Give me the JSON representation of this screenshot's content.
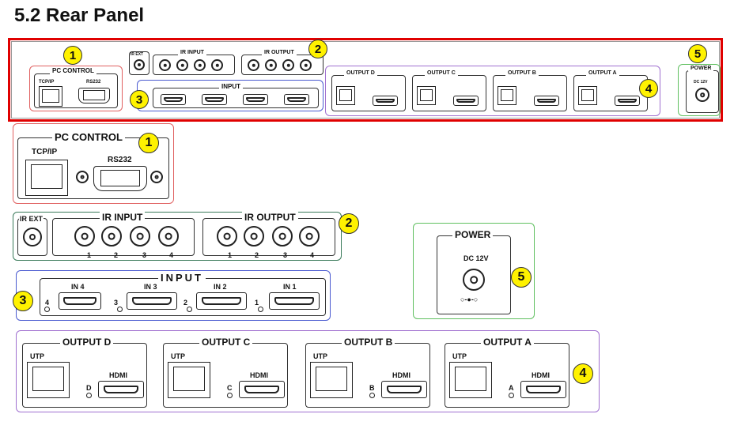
{
  "title": "5.2 Rear Panel",
  "colors": {
    "frame": "#e00000",
    "pc": "#e06060",
    "ir": "#3a7a5a",
    "input": "#4a5ad0",
    "output": "#a070d0",
    "power": "#60c060",
    "badge": "#fff200"
  },
  "badges": [
    "1",
    "2",
    "3",
    "4",
    "5"
  ],
  "pc_control": {
    "title": "PC CONTROL",
    "tcp": "TCP/IP",
    "rs232": "RS232"
  },
  "ir": {
    "ext": "IR EXT",
    "input": "IR INPUT",
    "output": "IR OUTPUT",
    "numbers": [
      "1",
      "2",
      "3",
      "4"
    ]
  },
  "input": {
    "title": "INPUT",
    "ports": [
      "IN 4",
      "IN 3",
      "IN 2",
      "IN 1"
    ],
    "leds": [
      "4",
      "3",
      "2",
      "1"
    ]
  },
  "power": {
    "title": "POWER",
    "dc": "DC 12V",
    "polarity": "○-●-○"
  },
  "outputs": [
    {
      "title": "OUTPUT D",
      "utp": "UTP",
      "hdmi": "HDMI",
      "led": "D"
    },
    {
      "title": "OUTPUT C",
      "utp": "UTP",
      "hdmi": "HDMI",
      "led": "C"
    },
    {
      "title": "OUTPUT B",
      "utp": "UTP",
      "hdmi": "HDMI",
      "led": "B"
    },
    {
      "title": "OUTPUT A",
      "utp": "UTP",
      "hdmi": "HDMI",
      "led": "A"
    }
  ]
}
